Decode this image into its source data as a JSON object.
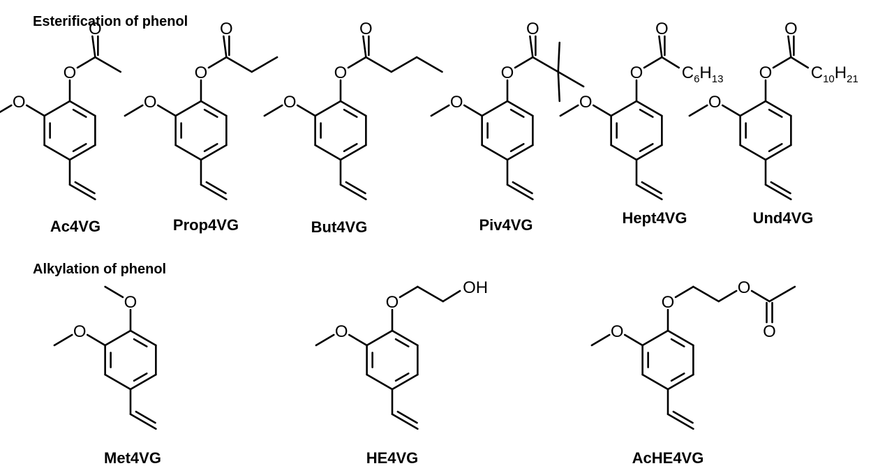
{
  "sections": [
    {
      "title": "Esterification of phenol"
    },
    {
      "title": "Alkylation of phenol"
    }
  ],
  "atoms": {
    "O": "O",
    "OH": "OH",
    "C": "C",
    "H": "H",
    "c6": "6",
    "h13": "13",
    "c10": "10",
    "h21": "21"
  },
  "compounds": [
    {
      "id": "Ac4VG",
      "label": "Ac4VG"
    },
    {
      "id": "Prop4VG",
      "label": "Prop4VG"
    },
    {
      "id": "But4VG",
      "label": "But4VG"
    },
    {
      "id": "Piv4VG",
      "label": "Piv4VG"
    },
    {
      "id": "Hept4VG",
      "label": "Hept4VG"
    },
    {
      "id": "Und4VG",
      "label": "Und4VG"
    },
    {
      "id": "Met4VG",
      "label": "Met4VG"
    },
    {
      "id": "HE4VG",
      "label": "HE4VG"
    },
    {
      "id": "AcHE4VG",
      "label": "AcHE4VG"
    }
  ]
}
